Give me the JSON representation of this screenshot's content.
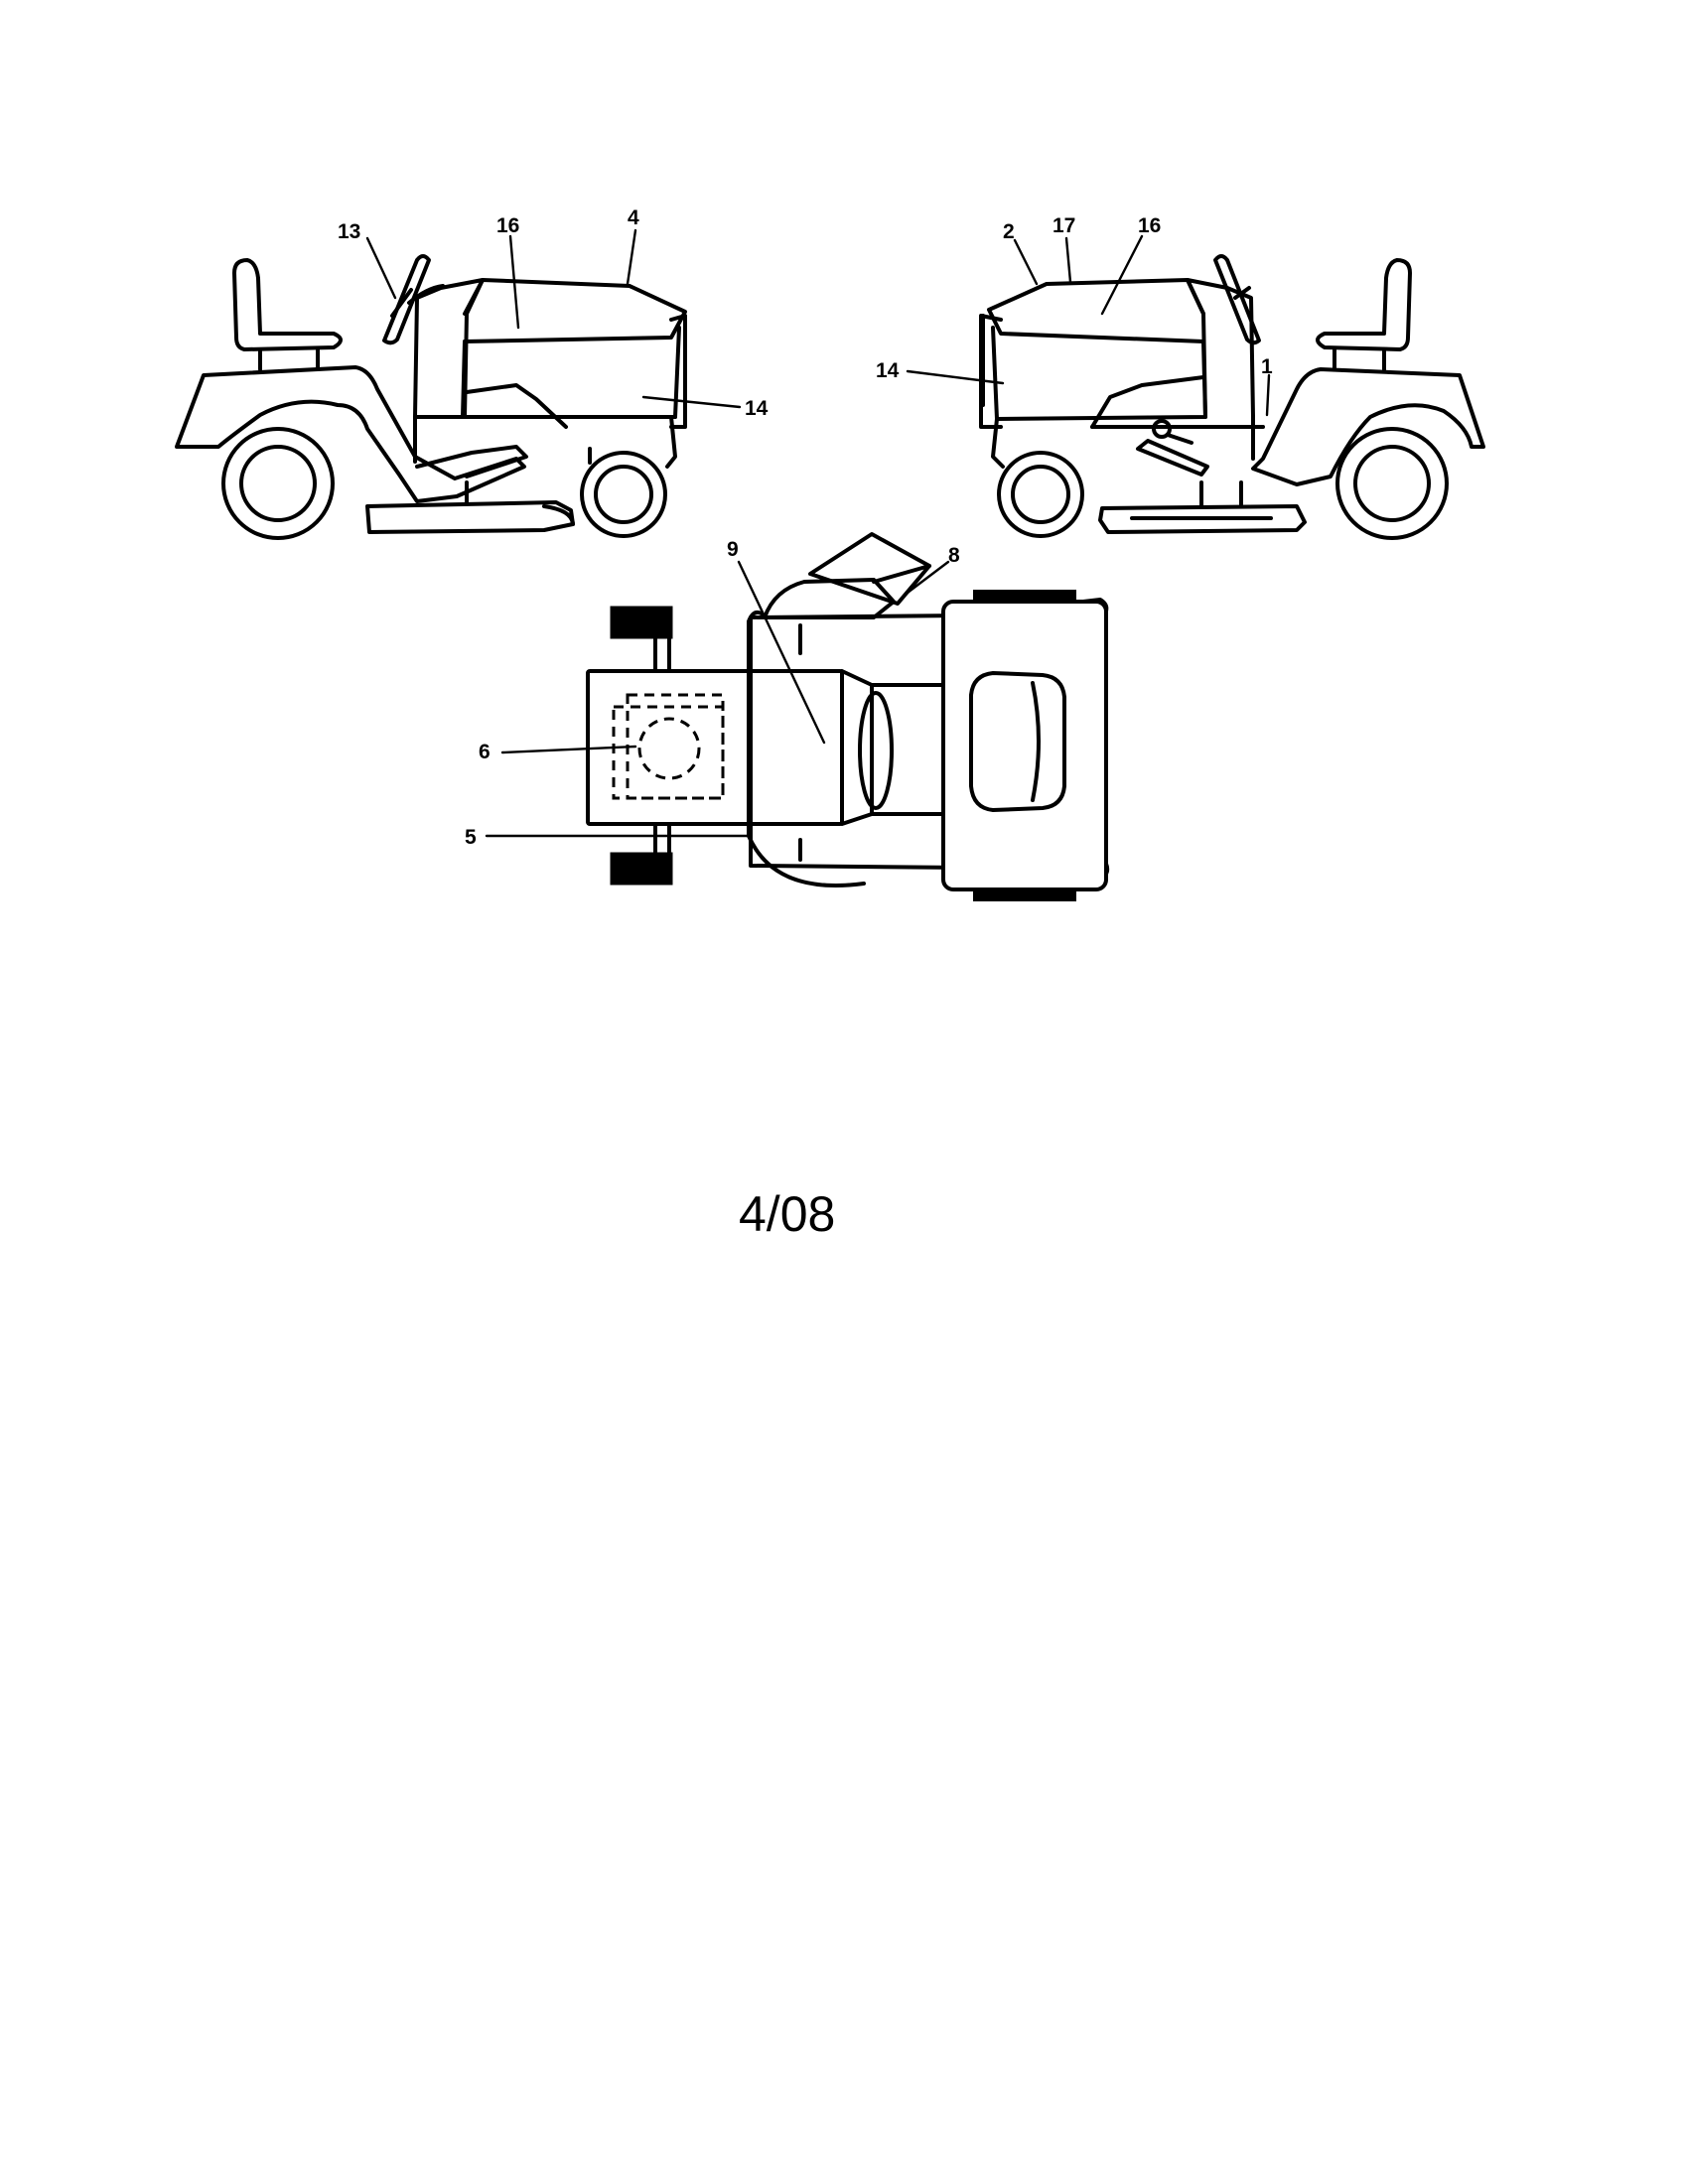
{
  "callouts": {
    "left_13": "13",
    "left_16": "16",
    "left_4": "4",
    "left_14": "14",
    "right_2": "2",
    "right_17": "17",
    "right_16": "16",
    "right_14": "14",
    "right_1": "1",
    "top_9": "9",
    "top_8": "8",
    "top_6": "6",
    "top_5": "5"
  },
  "footer": {
    "date": "4/08"
  }
}
